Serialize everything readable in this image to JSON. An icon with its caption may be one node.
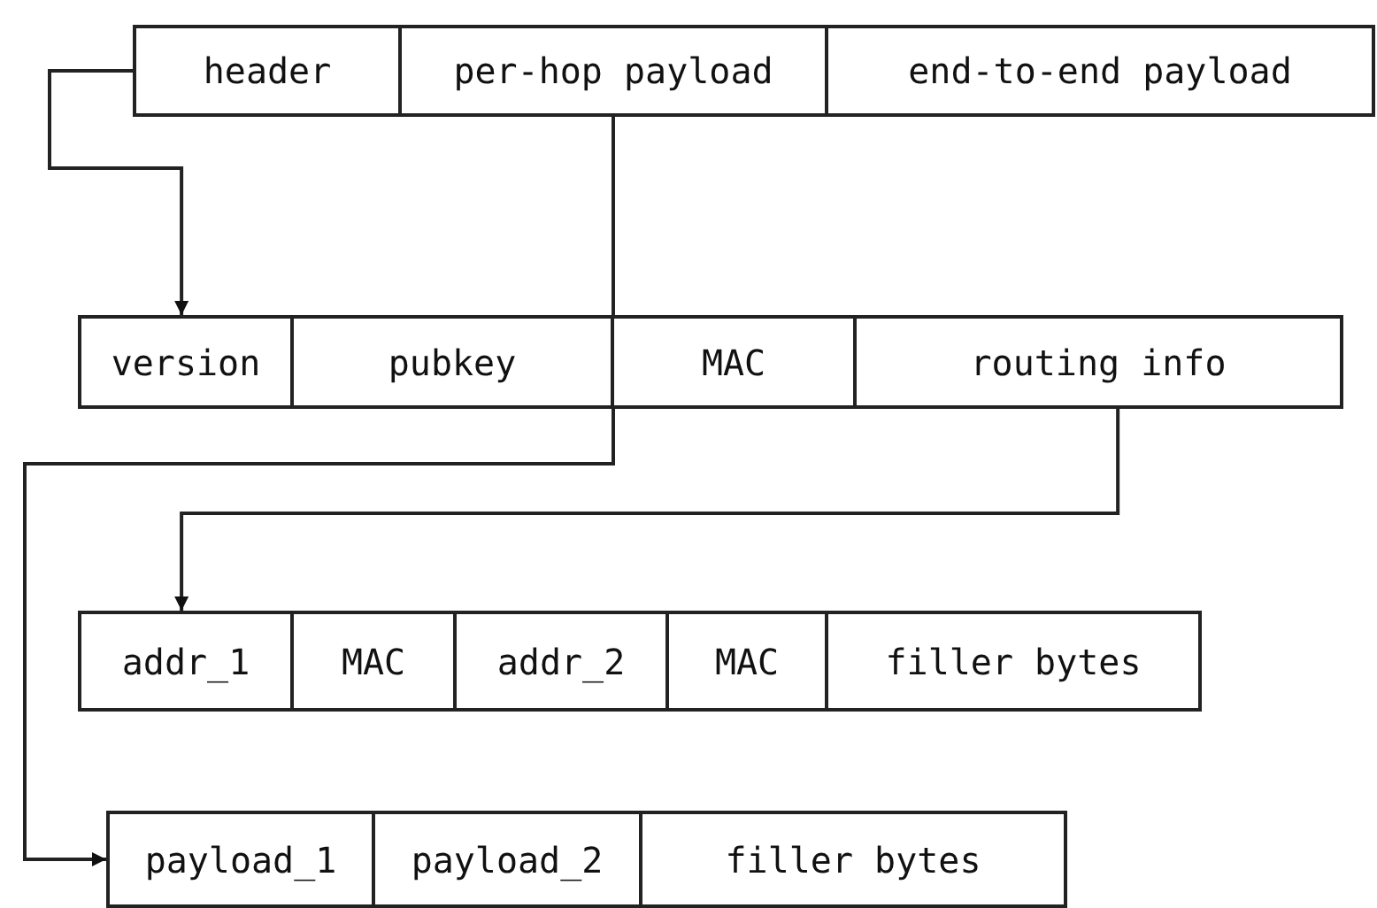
{
  "diagram": {
    "nodes": [
      {
        "text": [
          "header"
        ]
      },
      {
        "text": [
          "per-hop payload"
        ]
      },
      {
        "text": [
          "end-to-end payload"
        ]
      },
      {
        "text": [
          "version"
        ]
      },
      {
        "text": [
          "pubkey"
        ]
      },
      {
        "text": [
          "MAC"
        ]
      },
      {
        "text": [
          "routing info"
        ]
      },
      {
        "text": [
          "addr_1"
        ]
      },
      {
        "text": [
          "MAC"
        ]
      },
      {
        "text": [
          "addr_2"
        ]
      },
      {
        "text": [
          "MAC"
        ]
      },
      {
        "text": [
          "filler bytes"
        ]
      },
      {
        "text": [
          "payload_1"
        ]
      },
      {
        "text": [
          "payload_2"
        ]
      },
      {
        "text": [
          "filler bytes"
        ]
      }
    ],
    "edges": [
      {
        "from": 0,
        "to": 3,
        "arrow": "to"
      },
      {
        "from": 6,
        "to": 7,
        "arrow": "to"
      },
      {
        "from": 1,
        "to": 12,
        "arrow": "to"
      }
    ]
  }
}
